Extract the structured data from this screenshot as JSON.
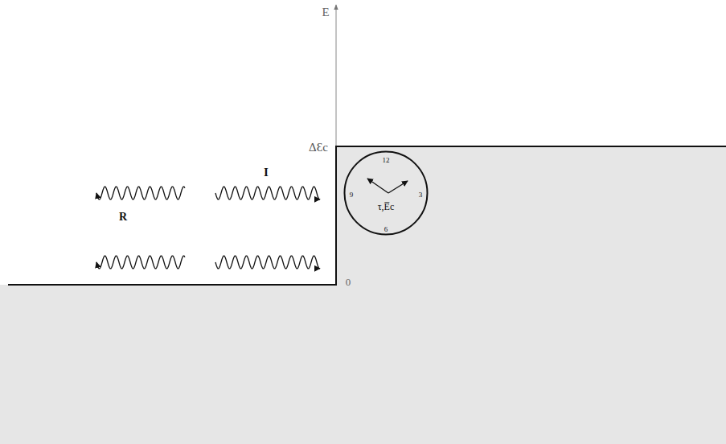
{
  "diagram": {
    "nodes": [
      {
        "text": [
          "12",
          "3",
          "9",
          "6",
          "τ,E̅c"
        ]
      }
    ],
    "labels": [
      "E",
      "ΔƐc",
      "0",
      "I",
      "R"
    ]
  }
}
